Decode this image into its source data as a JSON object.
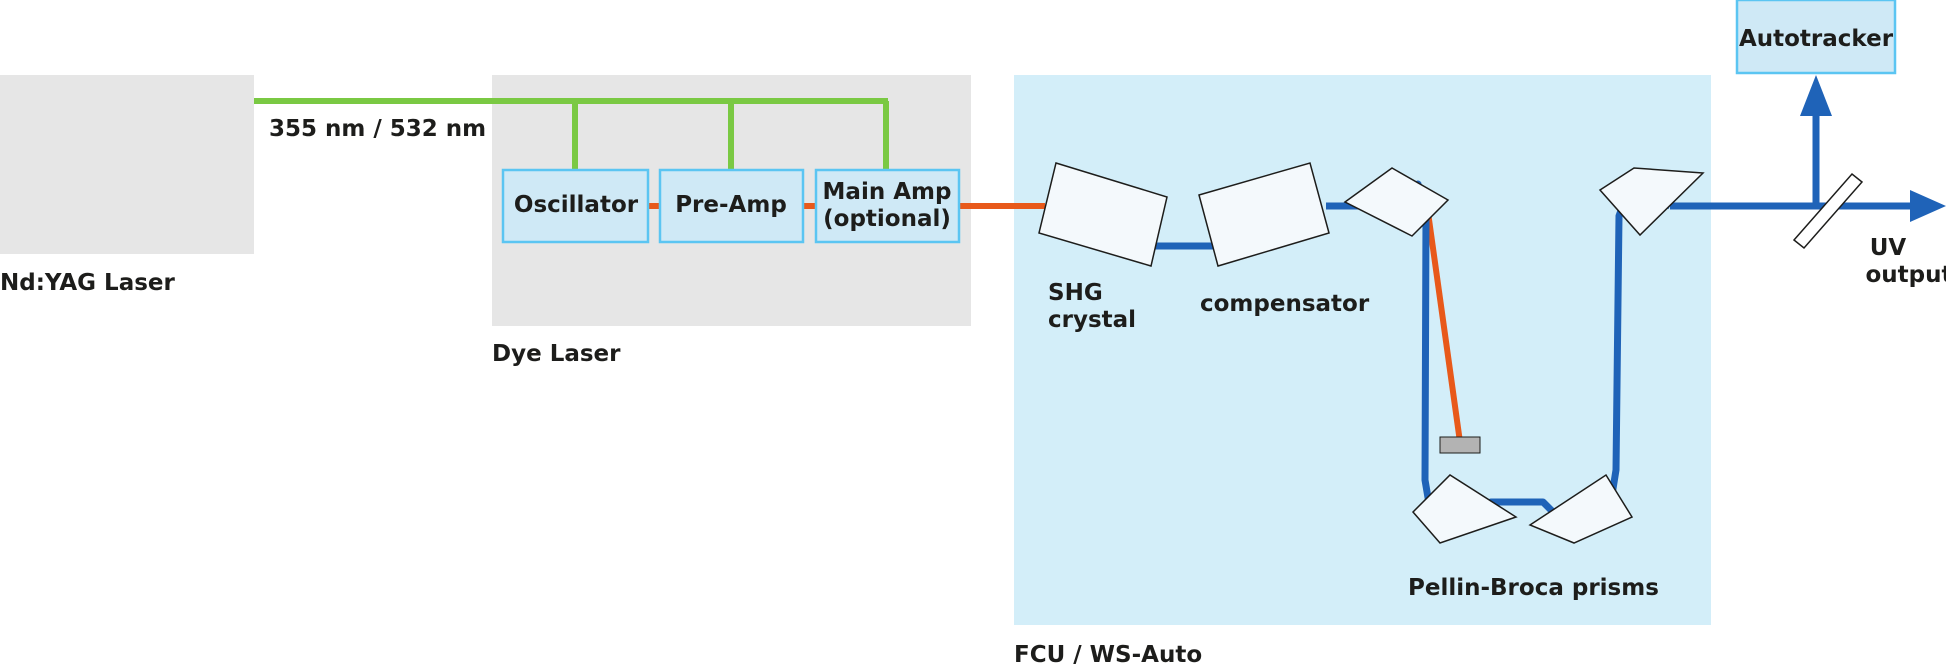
{
  "labels": {
    "nd_yag_laser": "Nd:YAG Laser",
    "pump_wavelength": "355 nm / 532 nm",
    "dye_laser": "Dye Laser",
    "fcu": "FCU / WS-Auto",
    "shg_line1": "SHG",
    "shg_line2": "crystal",
    "compensator": "compensator",
    "pellin_broca": "Pellin-Broca prisms",
    "uv_line1": "UV",
    "uv_line2": "output"
  },
  "boxes": {
    "oscillator": "Oscillator",
    "pre_amp": "Pre-Amp",
    "main_amp_line1": "Main Amp",
    "main_amp_line2": "(optional)",
    "autotracker": "Autotracker"
  },
  "colors": {
    "pump_beam": "#7ac943",
    "dye_beam": "#e8591a",
    "uv_beam": "#1f63b8",
    "module_fill": "#cfe9f6",
    "module_border": "#5bc5f2",
    "fcu_background": "#d3eef9",
    "laser_background": "#e6e6e6"
  }
}
